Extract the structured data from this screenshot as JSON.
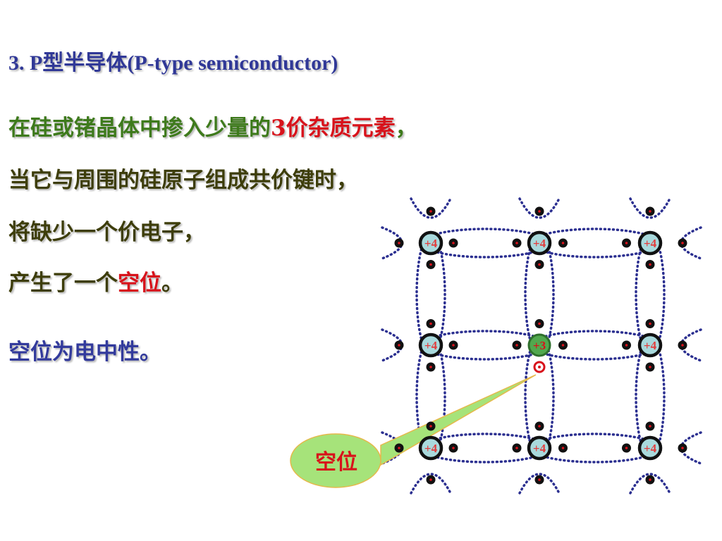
{
  "slide": {
    "title": "3. P型半导体(P-type semiconductor)",
    "line1": {
      "text": "在硅或锗晶体中掺入少量的",
      "highlight": "3价杂质元素",
      "tail": "，"
    },
    "line2": "当它与周围的硅原子组成共价键时，",
    "line3": "将缺少一个价电子，",
    "line4": {
      "text": "产生了一个",
      "highlight": "空位",
      "tail": "。"
    },
    "line5": "空位为电中性。"
  },
  "diagram": {
    "atoms": [
      {
        "label": "+4",
        "type": "silicon"
      },
      {
        "label": "+4",
        "type": "silicon"
      },
      {
        "label": "+4",
        "type": "silicon"
      },
      {
        "label": "+4",
        "type": "silicon"
      },
      {
        "label": "+3",
        "type": "impurity"
      },
      {
        "label": "+4",
        "type": "silicon"
      },
      {
        "label": "+4",
        "type": "silicon"
      },
      {
        "label": "+4",
        "type": "silicon"
      },
      {
        "label": "+4",
        "type": "silicon"
      }
    ],
    "callout_label": "空位"
  },
  "colors": {
    "title": "#303897",
    "green_text": "#3e7a1c",
    "dark_text": "#3d3d0a",
    "blue_text": "#323a9c",
    "red": "#d8121b",
    "bond_dots": "#2b2f90",
    "atom_fill": "#a9d9dc",
    "impurity_fill": "#51a84e",
    "callout_fill": "#a6e37a"
  }
}
